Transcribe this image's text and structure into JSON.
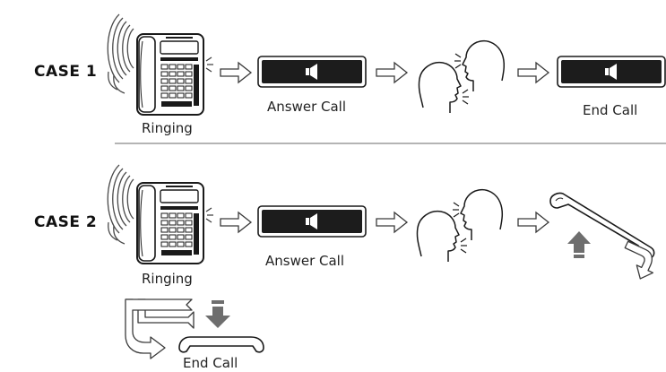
{
  "case1": {
    "label": "CASE 1",
    "ringing": "Ringing",
    "answer_call": "Answer Call",
    "end_call": "End Call"
  },
  "case2": {
    "label": "CASE 2",
    "ringing": "Ringing",
    "answer_call": "Answer Call",
    "end_call": "End Call"
  },
  "icons": {
    "phone": "desk-phone-icon",
    "speaker_button": "speaker-button-icon",
    "flow_arrow": "right-arrow-icon",
    "talking": "talking-heads-icon",
    "handset": "handset-icon",
    "lift": "up-arrow-icon",
    "place": "down-arrow-icon"
  },
  "colors": {
    "ink": "#1a1a1a",
    "button_fill": "#1c1c1c",
    "arrow_gray": "#6e6e6e",
    "divider": "#888888"
  }
}
